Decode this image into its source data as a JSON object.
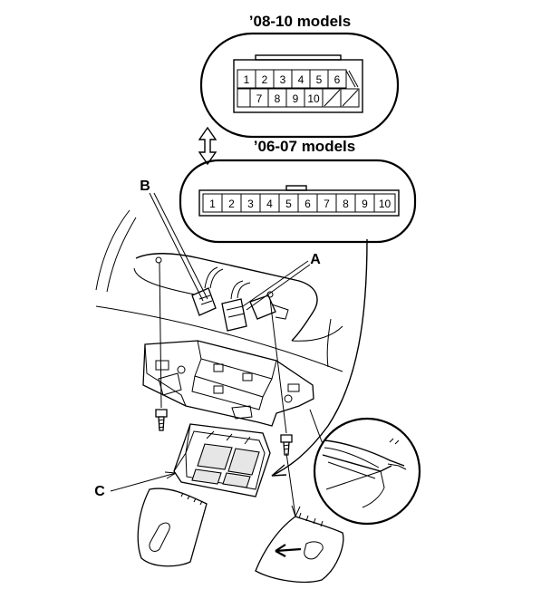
{
  "connector_0810": {
    "title": "’08-10 models",
    "top_row": [
      "1",
      "2",
      "3",
      "4",
      "5",
      "6"
    ],
    "bottom_row": [
      "7",
      "8",
      "9",
      "10"
    ]
  },
  "connector_0607": {
    "title": "’06-07 models",
    "pins": [
      "1",
      "2",
      "3",
      "4",
      "5",
      "6",
      "7",
      "8",
      "9",
      "10"
    ]
  },
  "callouts": {
    "a": "A",
    "b": "B",
    "c": "C"
  }
}
